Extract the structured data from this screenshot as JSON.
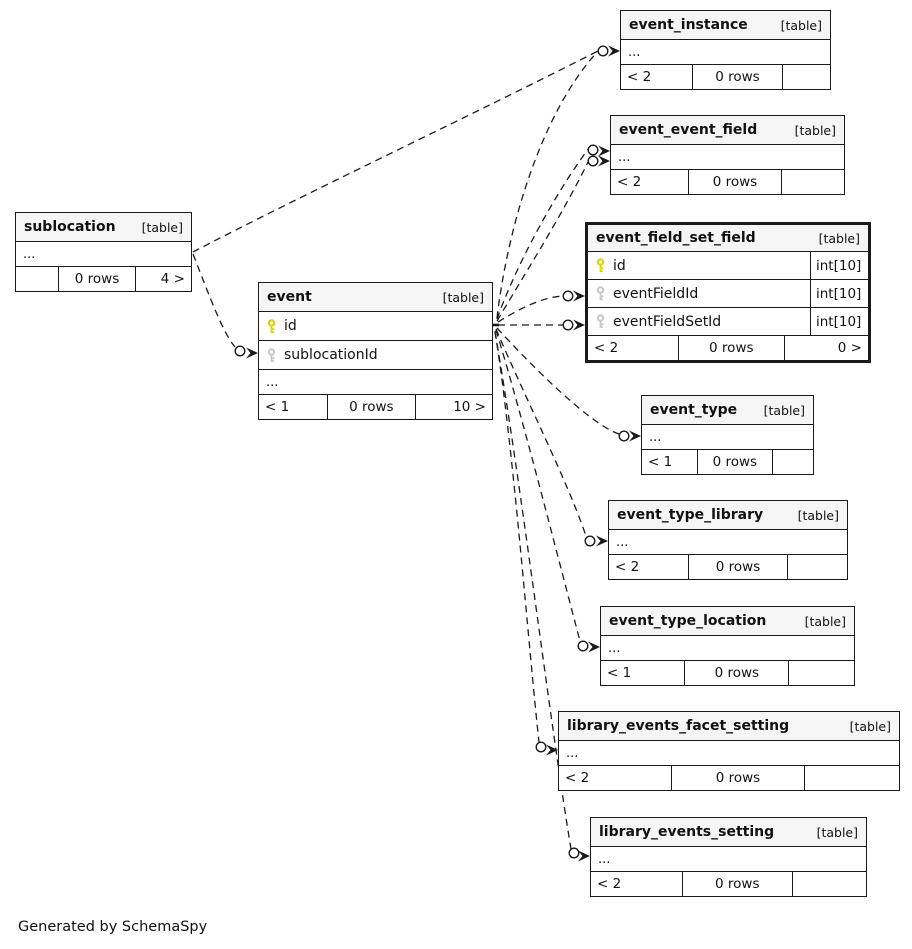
{
  "note": "Generated by SchemaSpy",
  "colors": {
    "border": "#1a1a1a",
    "header_bg": "#f5f5f5",
    "primary_key_icon": "#d6d600",
    "foreign_key_icon": "#c8c8c8"
  },
  "tables": {
    "sublocation": {
      "name": "sublocation",
      "tag": "[table]",
      "ellipsis": "...",
      "footer": {
        "left": "",
        "center": "0 rows",
        "right": "4 >"
      }
    },
    "event": {
      "name": "event",
      "tag": "[table]",
      "columns": [
        {
          "name": "id",
          "key": "primary"
        },
        {
          "name": "sublocationId",
          "key": "foreign"
        }
      ],
      "ellipsis": "...",
      "footer": {
        "left": "< 1",
        "center": "0 rows",
        "right": "10 >"
      }
    },
    "event_instance": {
      "name": "event_instance",
      "tag": "[table]",
      "ellipsis": "...",
      "footer": {
        "left": "< 2",
        "center": "0 rows",
        "right": ""
      }
    },
    "event_event_field": {
      "name": "event_event_field",
      "tag": "[table]",
      "ellipsis": "...",
      "footer": {
        "left": "< 2",
        "center": "0 rows",
        "right": ""
      }
    },
    "event_field_set_field": {
      "name": "event_field_set_field",
      "tag": "[table]",
      "columns": [
        {
          "name": "id",
          "type": "int[10]",
          "key": "primary"
        },
        {
          "name": "eventFieldId",
          "type": "int[10]",
          "key": "foreign"
        },
        {
          "name": "eventFieldSetId",
          "type": "int[10]",
          "key": "foreign"
        }
      ],
      "footer": {
        "left": "< 2",
        "center": "0 rows",
        "right": "0 >"
      }
    },
    "event_type": {
      "name": "event_type",
      "tag": "[table]",
      "ellipsis": "...",
      "footer": {
        "left": "< 1",
        "center": "0 rows",
        "right": ""
      }
    },
    "event_type_library": {
      "name": "event_type_library",
      "tag": "[table]",
      "ellipsis": "...",
      "footer": {
        "left": "< 2",
        "center": "0 rows",
        "right": ""
      }
    },
    "event_type_location": {
      "name": "event_type_location",
      "tag": "[table]",
      "ellipsis": "...",
      "footer": {
        "left": "< 1",
        "center": "0 rows",
        "right": ""
      }
    },
    "library_events_facet_setting": {
      "name": "library_events_facet_setting",
      "tag": "[table]",
      "ellipsis": "...",
      "footer": {
        "left": "< 2",
        "center": "0 rows",
        "right": ""
      }
    },
    "library_events_setting": {
      "name": "library_events_setting",
      "tag": "[table]",
      "ellipsis": "...",
      "footer": {
        "left": "< 2",
        "center": "0 rows",
        "right": ""
      }
    }
  },
  "relationships": [
    {
      "from": "sublocation",
      "to": "event_instance"
    },
    {
      "from": "sublocation",
      "to": "event.sublocationId"
    },
    {
      "from": "event",
      "to": "event_instance"
    },
    {
      "from": "event",
      "to": "event_event_field"
    },
    {
      "from": "event",
      "to": "event_event_field"
    },
    {
      "from": "event",
      "to": "event_field_set_field.eventFieldId"
    },
    {
      "from": "event",
      "to": "event_field_set_field.eventFieldSetId"
    },
    {
      "from": "event",
      "to": "event_type"
    },
    {
      "from": "event",
      "to": "event_type_library"
    },
    {
      "from": "event",
      "to": "event_type_location"
    },
    {
      "from": "event",
      "to": "library_events_facet_setting"
    },
    {
      "from": "event",
      "to": "library_events_setting"
    }
  ]
}
